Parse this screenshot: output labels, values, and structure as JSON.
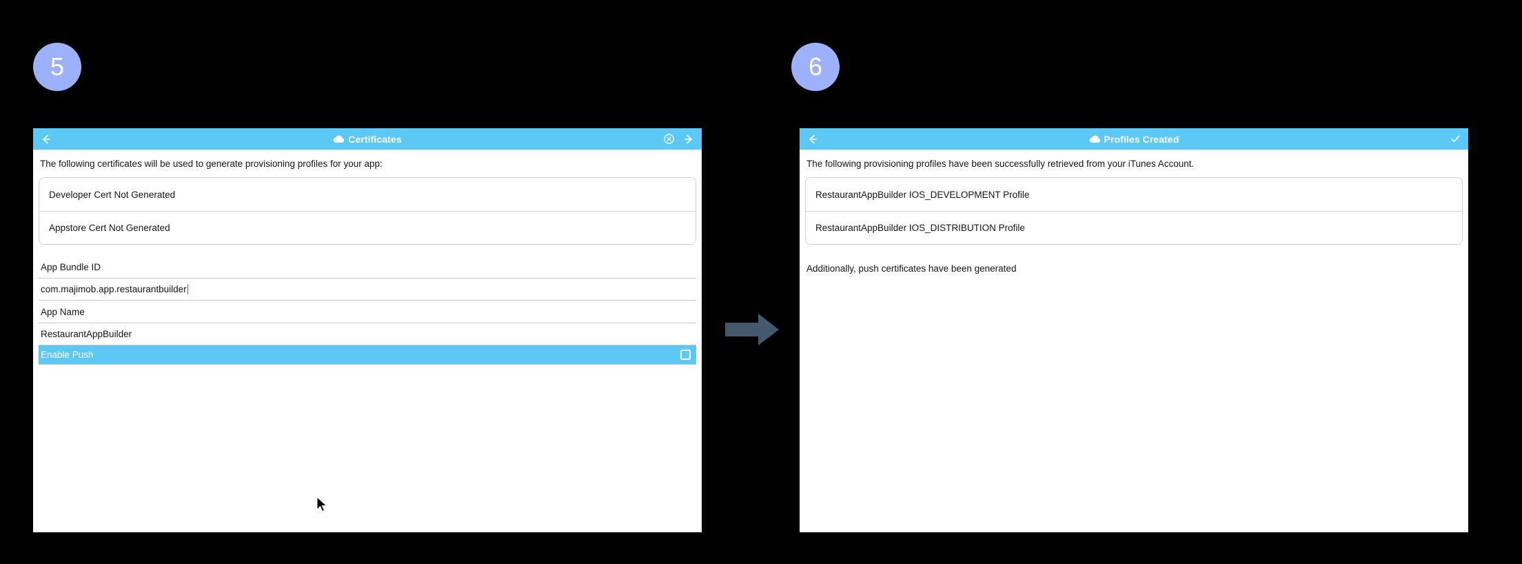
{
  "steps": [
    {
      "number": "5"
    },
    {
      "number": "6"
    }
  ],
  "panels": [
    {
      "id": "certificates",
      "titlebar": {
        "title": "Certificates",
        "cloud_icon": "cloud-icon",
        "back_icon": "back-arrow-icon",
        "close_icon": "close-circle-icon",
        "forward_icon": "forward-arrow-icon",
        "background": "#5bc8f5"
      },
      "intro": "The following certificates will be used to generate provisioning profiles for your app:",
      "cert_rows": [
        "Developer Cert Not Generated",
        "Appstore Cert Not Generated"
      ],
      "fields": [
        {
          "label": "App Bundle ID",
          "value": "com.majimob.app.restaurantbuilder"
        },
        {
          "label": "App Name",
          "value": "RestaurantAppBuilder"
        }
      ],
      "toggle": {
        "label": "Enable Push",
        "checked": false,
        "highlight_color": "#5bc8f5"
      }
    },
    {
      "id": "profiles",
      "titlebar": {
        "title": "Profiles Created",
        "cloud_icon": "cloud-icon",
        "back_icon": "back-arrow-icon",
        "confirm_icon": "checkmark-icon",
        "background": "#5bc8f5"
      },
      "intro": "The following provisioning profiles have been successfully retrieved from your iTunes Account.",
      "profile_rows": [
        "RestaurantAppBuilder IOS_DEVELOPMENT Profile",
        "RestaurantAppBuilder IOS_DISTRIBUTION Profile"
      ],
      "note": "Additionally, push certificates have been generated"
    }
  ],
  "flow": {
    "arrow_icon": "right-arrow-icon",
    "arrow_color": "#44596b"
  },
  "cursors": [
    {
      "name": "mouse-pointer-step-5"
    },
    {
      "name": "mouse-pointer-step-6"
    }
  ],
  "colors": {
    "background": "#000000",
    "badge": "#9db0fa",
    "accent": "#5bc8f5",
    "text": "#141414"
  }
}
